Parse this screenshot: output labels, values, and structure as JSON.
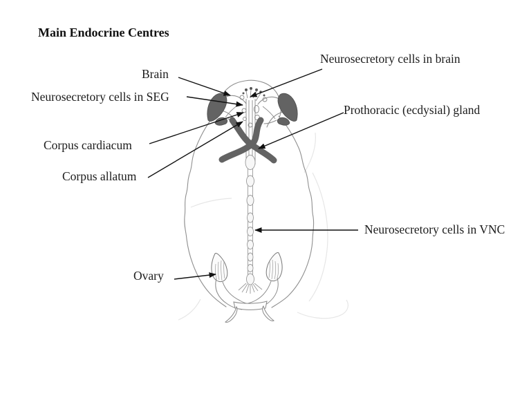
{
  "title": {
    "text": "Main Endocrine Centres"
  },
  "diagram": {
    "subject": "insect-endocrine-system-dorsal-view",
    "labels": [
      {
        "id": "brain",
        "text": "Brain"
      },
      {
        "id": "nsc-brain",
        "text": "Neurosecretory cells in brain"
      },
      {
        "id": "nsc-seg",
        "text": "Neurosecretory cells in SEG"
      },
      {
        "id": "corpus-cardiacum",
        "text": "Corpus cardiacum"
      },
      {
        "id": "corpus-allatum",
        "text": "Corpus allatum"
      },
      {
        "id": "prothoracic-gland",
        "text": "Prothoracic (ecdysial) gland"
      },
      {
        "id": "nsc-vnc",
        "text": "Neurosecretory cells in VNC"
      },
      {
        "id": "ovary",
        "text": "Ovary"
      }
    ],
    "colors": {
      "ink": "#1a1a1a",
      "body_outline": "#8f8f8f",
      "dark_gland": "#636363",
      "faint_trace": "#e6e6e6"
    }
  }
}
